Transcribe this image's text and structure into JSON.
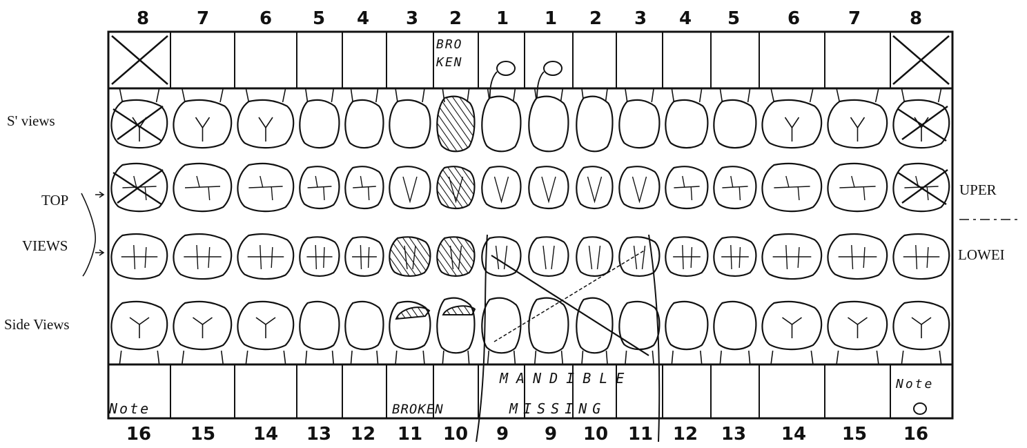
{
  "top_numbers": [
    "8",
    "7",
    "6",
    "5",
    "4",
    "3",
    "2",
    "1",
    "1",
    "2",
    "3",
    "4",
    "5",
    "6",
    "7",
    "8"
  ],
  "bottom_numbers": [
    "16",
    "15",
    "14",
    "13",
    "12",
    "11",
    "10",
    "9",
    "9",
    "10",
    "11",
    "12",
    "13",
    "14",
    "15",
    "16"
  ],
  "labels": {
    "side_views_upper": "S' views",
    "top": "TOP",
    "views": "VIEWS",
    "side_views_lower": "Side Views",
    "upper": "UPER",
    "lower": "LOWEI"
  },
  "annotations": {
    "broken_upper": "BRO KEN",
    "broken_lower": "BROKEN",
    "mandible": "MANDIBLE",
    "missing": "MISSING",
    "note_left": "Note",
    "note_right": "Note"
  },
  "colors": {
    "ink": "#111111",
    "paper": "#ffffff"
  }
}
